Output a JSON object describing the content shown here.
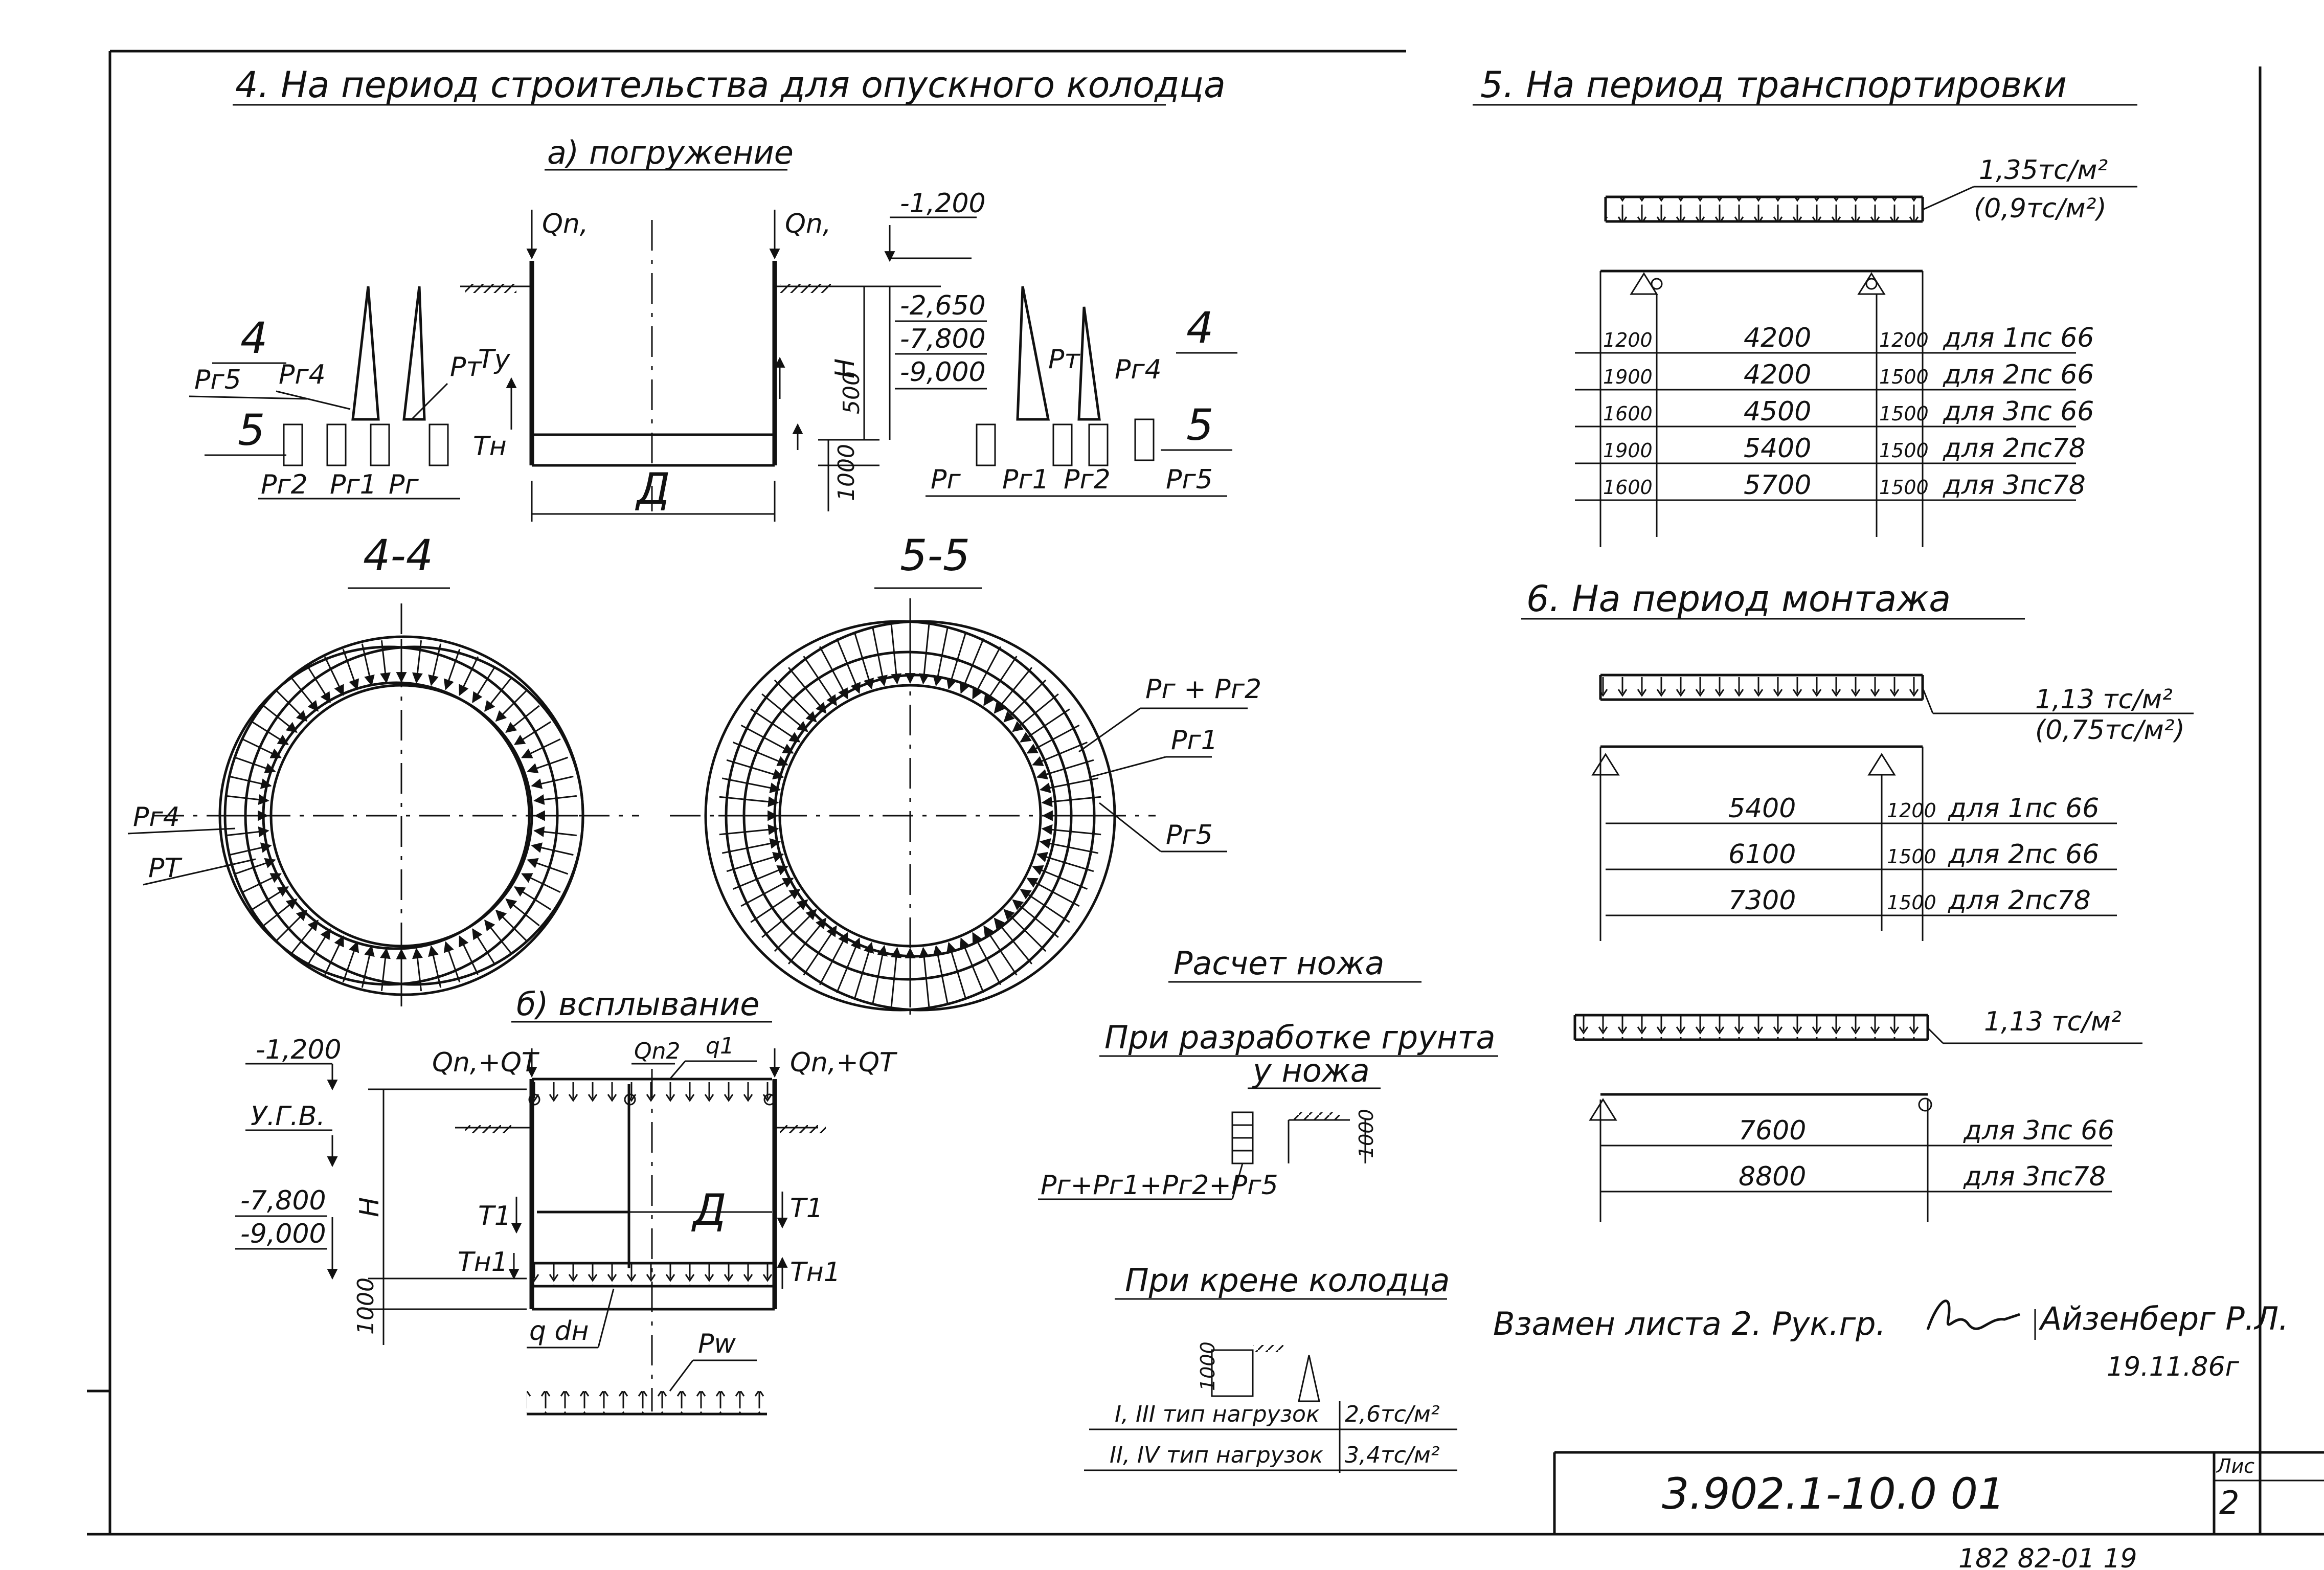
{
  "sec4": {
    "title": "4. На период строительства для опускного колодца",
    "a_title": "а) погружение",
    "qn1": "Qn,",
    "elev_1200": "-1,200",
    "elev_2650": "-2,650",
    "elev_7800": "-7,800",
    "elev_9000": "-9,000",
    "dim_h": "Н",
    "dim_500": "500",
    "dim_1000": "1000",
    "dim_d": "Д",
    "ty": "Ту",
    "th": "Тн",
    "pr4": "Рг4",
    "pr5": "Рг5",
    "pt": "Рт",
    "pr2": "Рг2",
    "pr1": "Рг1",
    "pr": "Рг",
    "sec_4_mark": "4",
    "sec_5_mark": "5",
    "cut_44": "4-4",
    "cut_55": "5-5",
    "ring_prn": "Рг4",
    "ring_pt": "РТ",
    "ring_pr_sum": "Рг + Рг2",
    "ring_pr1": "Рг1",
    "ring_pr5": "Рг5",
    "b_title": "б) всплывание",
    "b_qleft": "Qn,+QТ",
    "b_qn2": "Qn2",
    "b_q1": "q1",
    "b_qright": "Qn,+QT",
    "b_ugv": "У.Г.В.",
    "b_t1": "Т1",
    "b_th1": "Тн1",
    "b_qdn": "q dн",
    "b_pw": "Pw"
  },
  "knife": {
    "title": "Расчет ножа",
    "sub1_l1": "При разработке грунта",
    "sub1_l2": "у ножа",
    "dim_1000": "1000",
    "formula": "Рг+Рг1+Рг2+Рг5",
    "sub2": "При крене колодца",
    "row1_type": "I, III тип нагрузок",
    "row1_val": "2,6тс/м²",
    "row2_type": "II, IV тип нагрузок",
    "row2_val": "3,4тс/м²"
  },
  "sec5": {
    "title": "5. На период транспортировки",
    "load1": "1,35тс/м²",
    "load2": "(0,9тс/м²)",
    "rows": [
      {
        "a": "1200",
        "b": "4200",
        "c": "1200",
        "label": "для 1пс 66"
      },
      {
        "a": "1900",
        "b": "4200",
        "c": "1500",
        "label": "для 2пс 66"
      },
      {
        "a": "1600",
        "b": "4500",
        "c": "1500",
        "label": "для 3пс 66"
      },
      {
        "a": "1900",
        "b": "5400",
        "c": "1500",
        "label": "для 2пс78"
      },
      {
        "a": "1600",
        "b": "5700",
        "c": "1500",
        "label": "для 3пс78"
      }
    ]
  },
  "sec6": {
    "title": "6. На период монтажа",
    "load1": "1,13 тс/м²",
    "load2": "(0,75тс/м²)",
    "rows": [
      {
        "b": "5400",
        "c": "1200",
        "label": "для 1пс 66"
      },
      {
        "b": "6100",
        "c": "1500",
        "label": "для 2пс 66"
      },
      {
        "b": "7300",
        "c": "1500",
        "label": "для 2пс78"
      }
    ],
    "load3": "1,13 тс/м²",
    "rows2": [
      {
        "b": "7600",
        "label": "для 3пс 66"
      },
      {
        "b": "8800",
        "label": "для 3пс78"
      }
    ]
  },
  "note": {
    "text": "Взамен листа 2. Рук.гр.",
    "name": "Айзенберг Р.Л.",
    "date": "19.11.86г"
  },
  "stamp": {
    "code": "3.902.1-10.0 01",
    "sheet_label": "Лис",
    "sheet_num": "2",
    "bottom": "182 82-01 19"
  }
}
